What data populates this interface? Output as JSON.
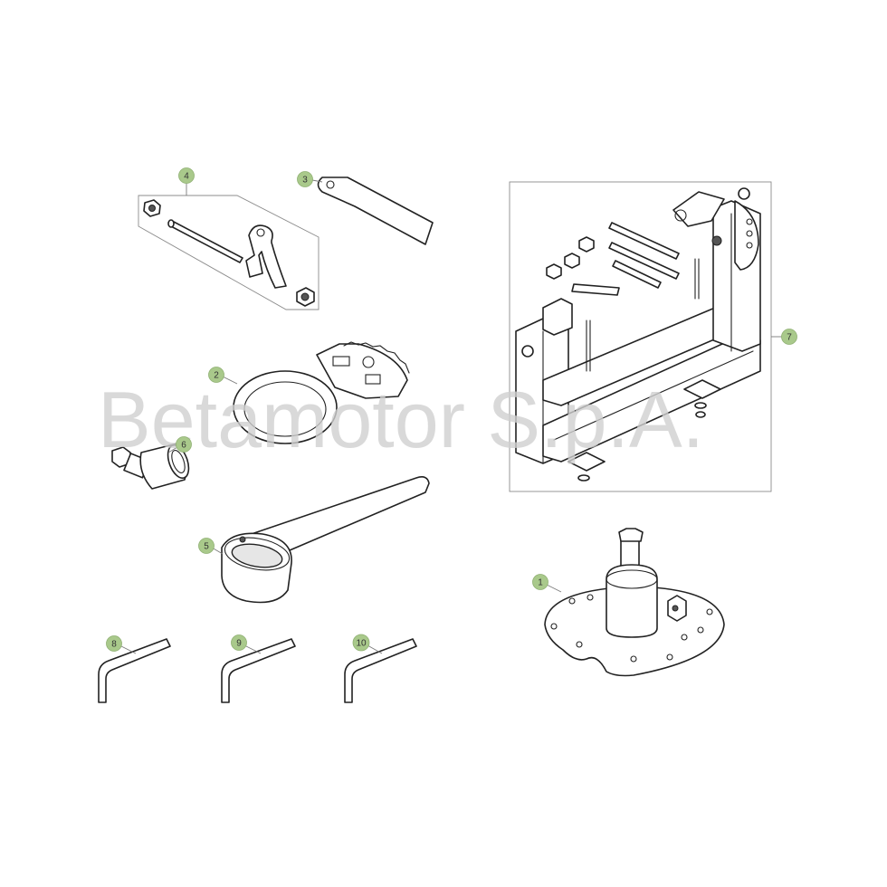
{
  "watermark": "Betamotor S.p.A.",
  "callouts": [
    {
      "id": "c1",
      "label": "1"
    },
    {
      "id": "c2",
      "label": "2"
    },
    {
      "id": "c3",
      "label": "3"
    },
    {
      "id": "c4",
      "label": "4"
    },
    {
      "id": "c5",
      "label": "5"
    },
    {
      "id": "c6",
      "label": "6"
    },
    {
      "id": "c7",
      "label": "7"
    },
    {
      "id": "c8",
      "label": "8"
    },
    {
      "id": "c9",
      "label": "9"
    },
    {
      "id": "c10",
      "label": "10"
    }
  ]
}
